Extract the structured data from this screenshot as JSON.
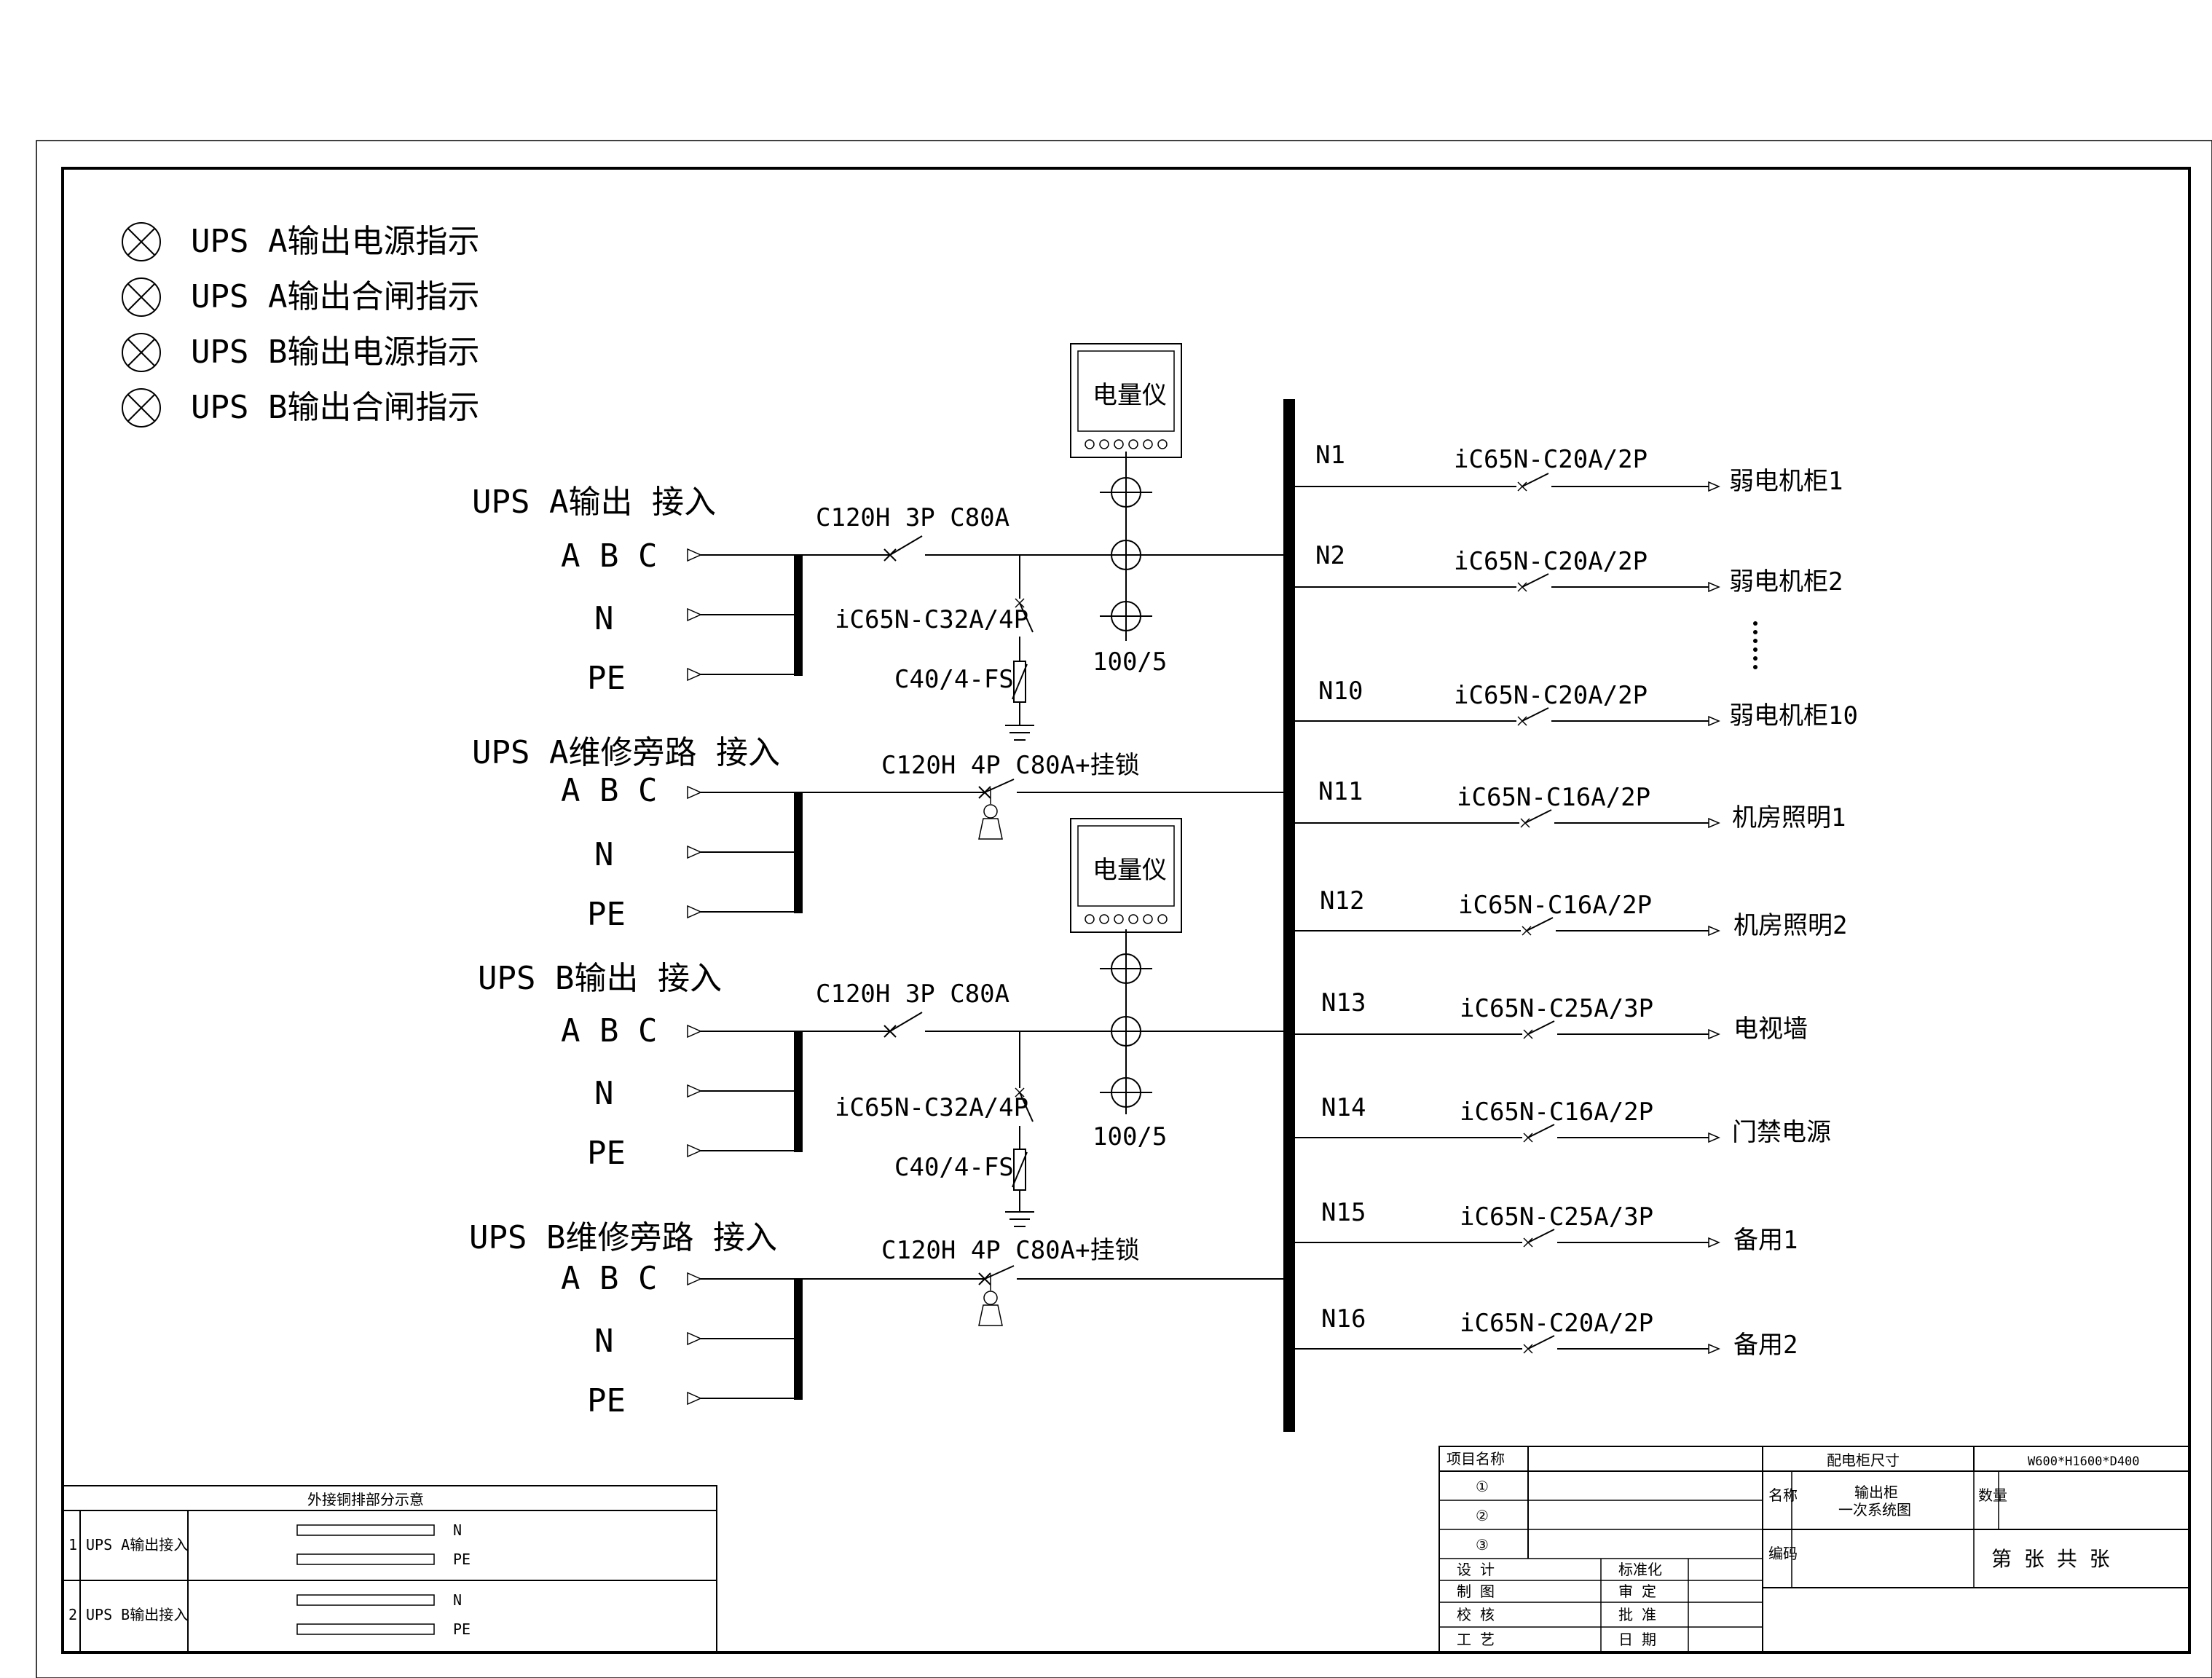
{
  "legend": [
    {
      "label": "UPS A输出电源指示"
    },
    {
      "label": "UPS A输出合闸指示"
    },
    {
      "label": "UPS B输出电源指示"
    },
    {
      "label": "UPS B输出合闸指示"
    }
  ],
  "inputs": [
    {
      "title": "UPS A输出 接入",
      "phases": "A B C",
      "n": "N",
      "pe": "PE",
      "breaker": "C120H 3P C80A",
      "spd_breaker": "iC65N-C32A/4P",
      "spd": "C40/4-FS",
      "ct": "100/5",
      "meter": "电量仪"
    },
    {
      "title": "UPS A维修旁路 接入",
      "phases": "A B C",
      "n": "N",
      "pe": "PE",
      "breaker": "C120H 4P C80A+挂锁"
    },
    {
      "title": "UPS B输出 接入",
      "phases": "A B C",
      "n": "N",
      "pe": "PE",
      "breaker": "C120H 3P C80A",
      "spd_breaker": "iC65N-C32A/4P",
      "spd": "C40/4-FS",
      "ct": "100/5",
      "meter": "电量仪"
    },
    {
      "title": "UPS B维修旁路 接入",
      "phases": "A B C",
      "n": "N",
      "pe": "PE",
      "breaker": "C120H 4P C80A+挂锁"
    }
  ],
  "outputs": [
    {
      "circuit": "N1",
      "breaker": "iC65N-C20A/2P",
      "load": "弱电机柜1"
    },
    {
      "circuit": "N2",
      "breaker": "iC65N-C20A/2P",
      "load": "弱电机柜2"
    },
    {
      "circuit": "N10",
      "breaker": "iC65N-C20A/2P",
      "load": "弱电机柜10"
    },
    {
      "circuit": "N11",
      "breaker": "iC65N-C16A/2P",
      "load": "机房照明1"
    },
    {
      "circuit": "N12",
      "breaker": "iC65N-C16A/2P",
      "load": "机房照明2"
    },
    {
      "circuit": "N13",
      "breaker": "iC65N-C25A/3P",
      "load": "电视墙"
    },
    {
      "circuit": "N14",
      "breaker": "iC65N-C16A/2P",
      "load": "门禁电源"
    },
    {
      "circuit": "N15",
      "breaker": "iC65N-C25A/3P",
      "load": "备用1"
    },
    {
      "circuit": "N16",
      "breaker": "iC65N-C20A/2P",
      "load": "备用2"
    }
  ],
  "busbar_table": {
    "title": "外接铜排部分示意",
    "rows": [
      {
        "no": "1",
        "name": "UPS A输出接入",
        "bar1": "N",
        "bar2": "PE"
      },
      {
        "no": "2",
        "name": "UPS B输出接入",
        "bar1": "N",
        "bar2": "PE"
      }
    ]
  },
  "title_block": {
    "project_name_label": "项目名称",
    "cabinet_size_label": "配电柜尺寸",
    "cabinet_size_value": "W600*H1600*D400",
    "rev1": "①",
    "rev2": "②",
    "rev3": "③",
    "name_label": "名称",
    "name_value_line1": "输出柜",
    "name_value_line2": "一次系统图",
    "qty_label": "数量",
    "code_label": "编码",
    "sheet_text": "第   张 共   张",
    "design": "设  计",
    "draw": "制  图",
    "check": "校  核",
    "craft": "工  艺",
    "standard": "标准化",
    "review": "审  定",
    "approve": "批  准",
    "date": "日  期"
  }
}
